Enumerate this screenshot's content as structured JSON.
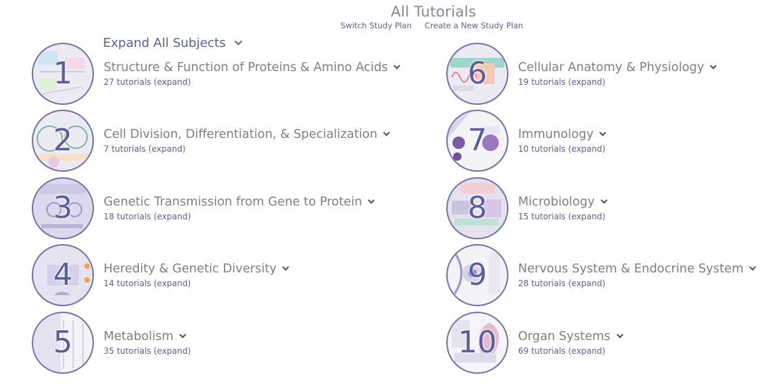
{
  "header": {
    "title": "All Tutorials",
    "switch_link": "Switch Study Plan",
    "create_link": "Create a New Study Plan"
  },
  "expand_all": {
    "label": "Expand All Subjects"
  },
  "subjects": [
    {
      "number": "1",
      "title": "Structure & Function of Proteins & Amino Acids",
      "count": "27 tutorials (expand)"
    },
    {
      "number": "2",
      "title": "Cell Division, Differentiation, & Specialization",
      "count": "7 tutorials (expand)"
    },
    {
      "number": "3",
      "title": "Genetic Transmission from Gene to Protein",
      "count": "18 tutorials (expand)"
    },
    {
      "number": "4",
      "title": "Heredity & Genetic Diversity",
      "count": "14 tutorials (expand)"
    },
    {
      "number": "5",
      "title": "Metabolism",
      "count": "35 tutorials (expand)"
    },
    {
      "number": "6",
      "title": "Cellular Anatomy & Physiology",
      "count": "19 tutorials (expand)"
    },
    {
      "number": "7",
      "title": "Immunology",
      "count": "10 tutorials (expand)"
    },
    {
      "number": "8",
      "title": "Microbiology",
      "count": "15 tutorials (expand)"
    },
    {
      "number": "9",
      "title": "Nervous System & Endocrine System",
      "count": "28 tutorials (expand)"
    },
    {
      "number": "10",
      "title": "Organ Systems",
      "count": "69 tutorials (expand)"
    }
  ],
  "colors": {
    "accent": "#5b5e9b",
    "title_text": "#7c7e8c",
    "thumb_border": "#6f73aa"
  }
}
